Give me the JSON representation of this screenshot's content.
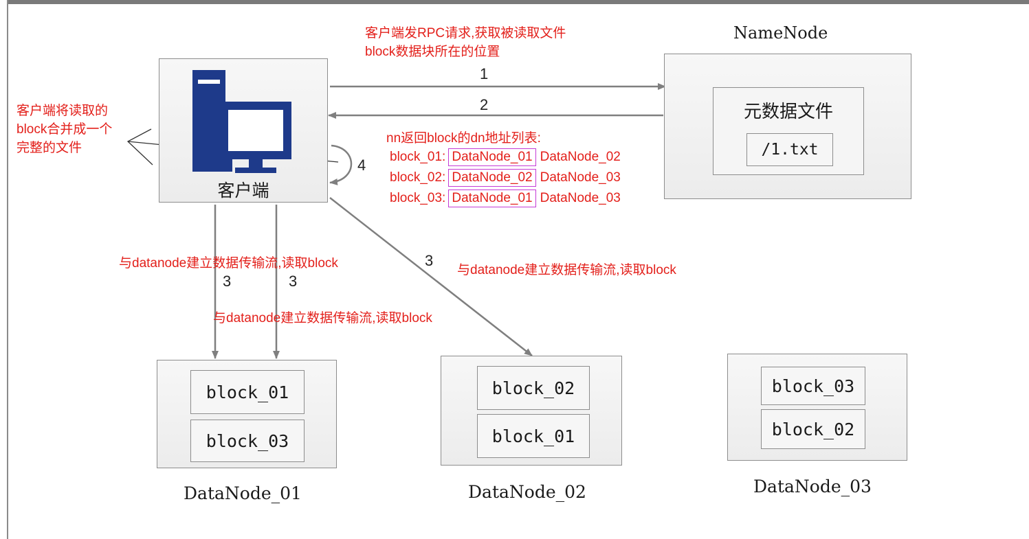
{
  "namenode": {
    "title": "NameNode",
    "metadata_label": "元数据文件",
    "file": "/1.txt"
  },
  "client": {
    "label": "客户端"
  },
  "annotations": {
    "rpc_request_line1": "客户端发RPC请求,获取被读取文件",
    "rpc_request_line2": "block数据块所在的位置",
    "merge_line1": "客户端将读取的",
    "merge_line2": "block合并成一个",
    "merge_line3": "完整的文件",
    "nn_return": "nn返回block的dn地址列表:",
    "stream_left": "与datanode建立数据传输流,读取block",
    "stream_middle": "与datanode建立数据传输流,读取block",
    "stream_right": "与datanode建立数据传输流,读取block"
  },
  "steps": {
    "s1": "1",
    "s2": "2",
    "s3a": "3",
    "s3b": "3",
    "s3c": "3",
    "s4": "4"
  },
  "block_list": [
    {
      "block": "block_01:",
      "primary": "DataNode_01",
      "secondary": "DataNode_02"
    },
    {
      "block": "block_02:",
      "primary": "DataNode_02",
      "secondary": "DataNode_03"
    },
    {
      "block": "block_03:",
      "primary": "DataNode_01",
      "secondary": "DataNode_03"
    }
  ],
  "datanodes": [
    {
      "name": "DataNode_01",
      "blocks": [
        "block_01",
        "block_03"
      ]
    },
    {
      "name": "DataNode_02",
      "blocks": [
        "block_02",
        "block_01"
      ]
    },
    {
      "name": "DataNode_03",
      "blocks": [
        "block_03",
        "block_02"
      ]
    }
  ],
  "colors": {
    "annotation": "#e3201b",
    "highlight_border": "#c43ad6",
    "client_icon": "#1e3a8a"
  }
}
